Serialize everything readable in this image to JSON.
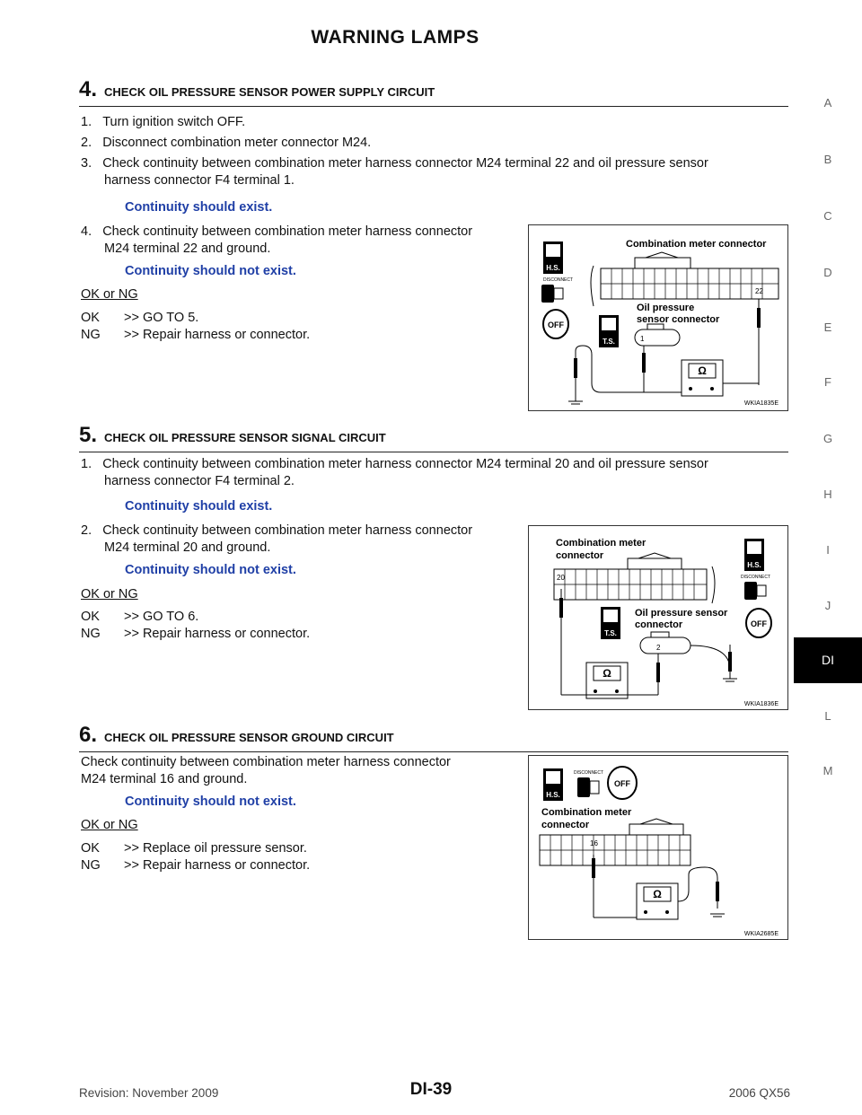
{
  "header": {
    "title": "WARNING LAMPS"
  },
  "side_index": [
    "A",
    "B",
    "C",
    "D",
    "E",
    "F",
    "G",
    "H",
    "I",
    "J",
    "DI",
    "L",
    "M"
  ],
  "side_index_active": "DI",
  "step4": {
    "num": "4.",
    "title": "CHECK OIL PRESSURE SENSOR POWER SUPPLY CIRCUIT",
    "items": [
      {
        "n": "1.",
        "text": "Turn ignition switch OFF."
      },
      {
        "n": "2.",
        "text": "Disconnect combination meter connector M24."
      },
      {
        "n": "3.",
        "text": "Check continuity between combination meter harness connector M24 terminal 22 and oil pressure sensor"
      },
      {
        "n": "",
        "text": "harness connector F4 terminal 1."
      },
      {
        "n": "4.",
        "text": "Check continuity between combination meter harness connector"
      },
      {
        "n": "",
        "text": "M24 terminal 22 and ground."
      }
    ],
    "spec1": "Continuity should exist.",
    "spec2": "Continuity should not exist.",
    "okng": "OK or NG",
    "ok": {
      "k": "OK",
      "v": ">> GO TO 5."
    },
    "ng": {
      "k": "NG",
      "v": ">> Repair harness or connector."
    },
    "figure": {
      "connector_label": "Combination meter connector",
      "sensor_label_1": "Oil pressure",
      "sensor_label_2": "sensor connector",
      "term_a": "22",
      "term_b": "1",
      "meter": "Ω",
      "hs": "H.S.",
      "ts": "T.S.",
      "disconnect": "DISCONNECT",
      "off": "OFF",
      "code": "WKIA1835E"
    }
  },
  "step5": {
    "num": "5.",
    "title": "CHECK OIL PRESSURE SENSOR SIGNAL CIRCUIT",
    "items": [
      {
        "n": "1.",
        "text": "Check continuity between combination meter harness connector M24 terminal 20 and oil pressure sensor"
      },
      {
        "n": "",
        "text": "harness connector F4 terminal 2."
      },
      {
        "n": "2.",
        "text": "Check continuity between combination meter harness connector"
      },
      {
        "n": "",
        "text": "M24 terminal 20 and ground."
      }
    ],
    "spec1": "Continuity should exist.",
    "spec2": "Continuity should not exist.",
    "okng": "OK or NG",
    "ok": {
      "k": "OK",
      "v": ">> GO TO 6."
    },
    "ng": {
      "k": "NG",
      "v": ">> Repair harness or connector."
    },
    "figure": {
      "connector_label_1": "Combination meter",
      "connector_label_2": "connector",
      "sensor_label_1": "Oil pressure sensor",
      "sensor_label_2": "connector",
      "term_a": "20",
      "term_b": "2",
      "meter": "Ω",
      "hs": "H.S.",
      "ts": "T.S.",
      "disconnect": "DISCONNECT",
      "off": "OFF",
      "code": "WKIA1836E"
    }
  },
  "step6": {
    "num": "6.",
    "title": "CHECK OIL PRESSURE SENSOR GROUND CIRCUIT",
    "items": [
      {
        "n": "",
        "text": "Check continuity between combination meter harness connector"
      },
      {
        "n": "",
        "text": "M24 terminal 16 and ground."
      }
    ],
    "spec1": "Continuity should not exist.",
    "okng": "OK or NG",
    "ok": {
      "k": "OK",
      "v": ">> Replace oil pressure sensor."
    },
    "ng": {
      "k": "NG",
      "v": ">> Repair harness or connector."
    },
    "figure": {
      "connector_label_1": "Combination meter",
      "connector_label_2": "connector",
      "term_a": "16",
      "meter": "Ω",
      "hs": "H.S.",
      "disconnect": "DISCONNECT",
      "off": "OFF",
      "code": "WKIA2685E"
    }
  },
  "footer": {
    "revision": "Revision: November 2009",
    "page": "DI-39",
    "model": "2006 QX56"
  }
}
